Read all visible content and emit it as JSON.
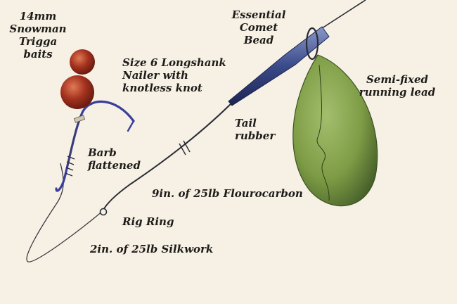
{
  "labels": {
    "baits": "14mm\nSnowman\nTrigga\nbaits",
    "hook": "Size 6 Longshank\nNailer with\nknotless knot",
    "bead": "Essential\nComet\nBead",
    "lead": "Semi-fixed\nrunning lead",
    "tail_rubber": "Tail\nrubber",
    "barb": "Barb\nflattened",
    "flourocarbon": "9in. of 25lb Flourocarbon",
    "rig_ring": "Rig Ring",
    "silkwork": "2in. of 25lb Silkwork"
  },
  "colors": {
    "background": "#f6f1e4",
    "boilie": "#a4321f",
    "lead": "#7e9c45",
    "bead": "#3a4a8a",
    "line": "#2a2a36"
  }
}
